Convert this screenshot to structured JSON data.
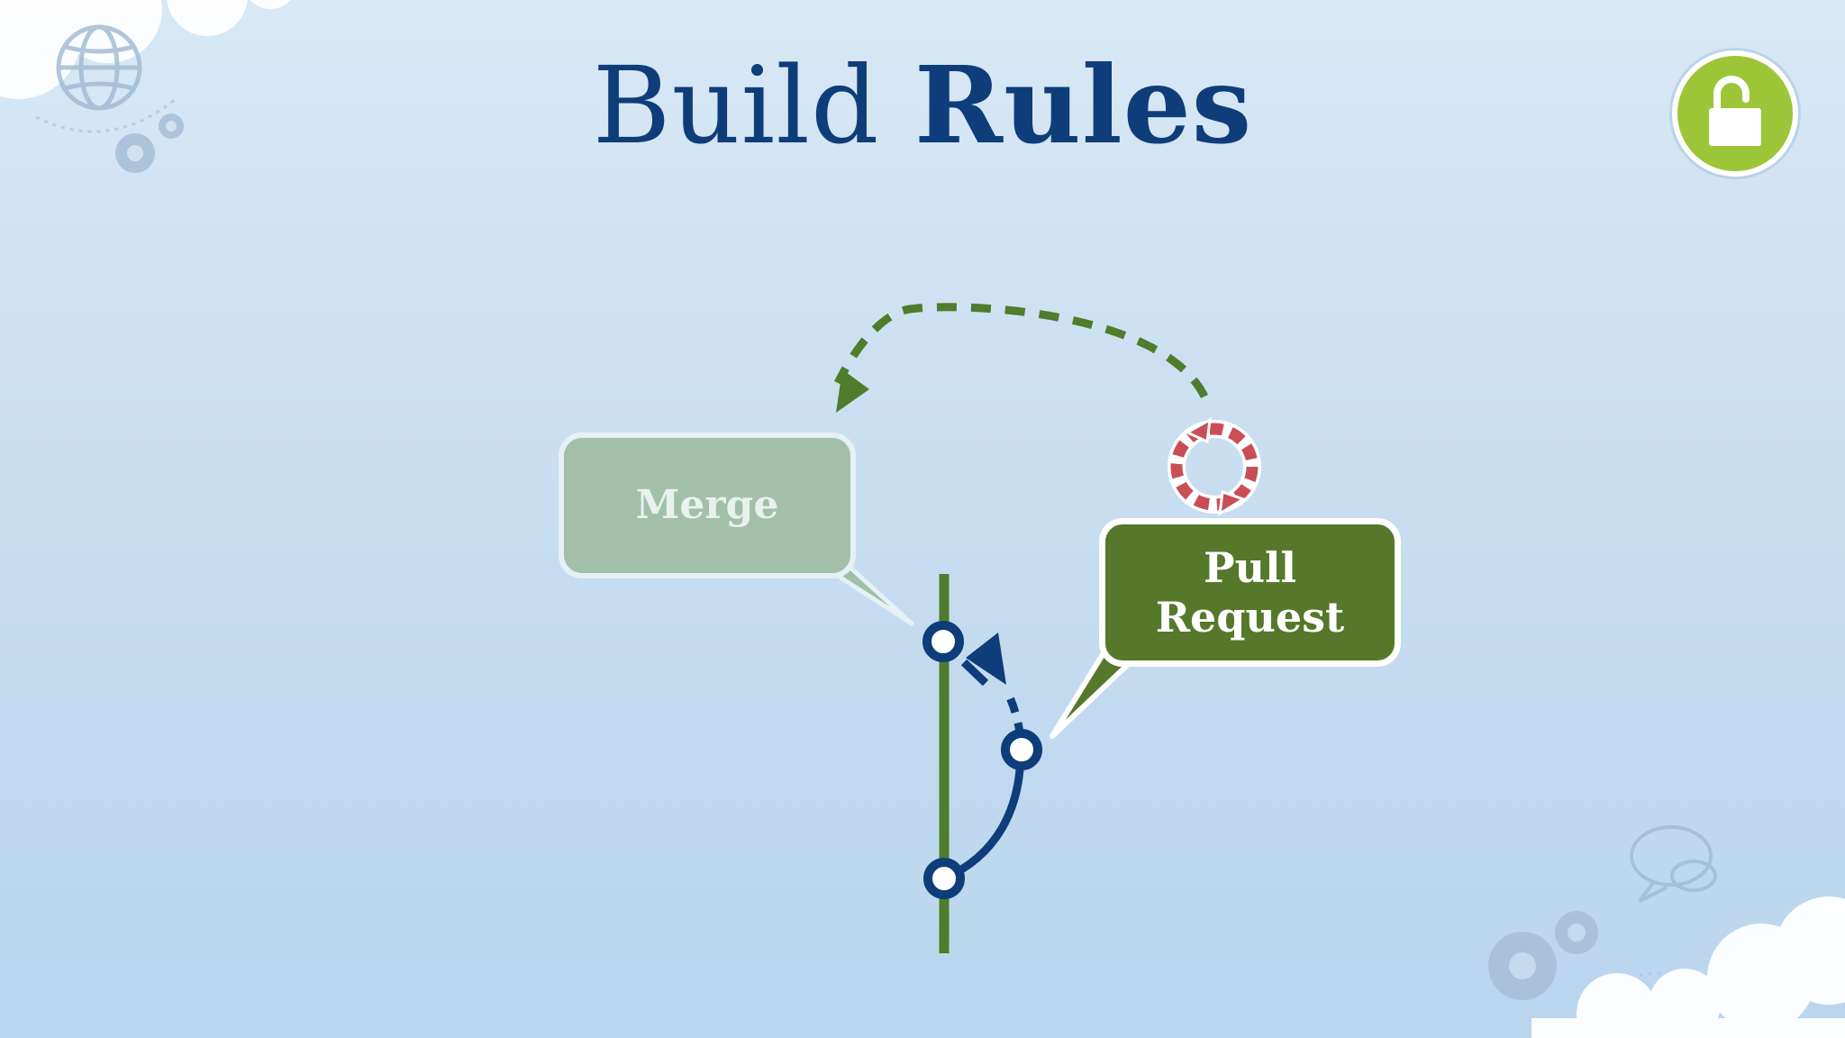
{
  "title": {
    "part1": "Build",
    "part2": "Rules"
  },
  "merge_label": "Merge",
  "pull_request_label": {
    "line1": "Pull",
    "line2": "Request"
  },
  "icons": {
    "lock": "unlock-icon",
    "cycle": "refresh-cycle-icon",
    "decor": [
      "globe-icon",
      "gear-icon",
      "chat-bubbles-icon",
      "cloud-icon"
    ]
  },
  "colors": {
    "navy": "#0f3d7a",
    "branch_green": "#4e7d2b",
    "merge_bubble": "#a2bfaa",
    "pr_bubble": "#55782a",
    "cycle_red": "#c94e55",
    "lock_green": "#9cc638"
  }
}
